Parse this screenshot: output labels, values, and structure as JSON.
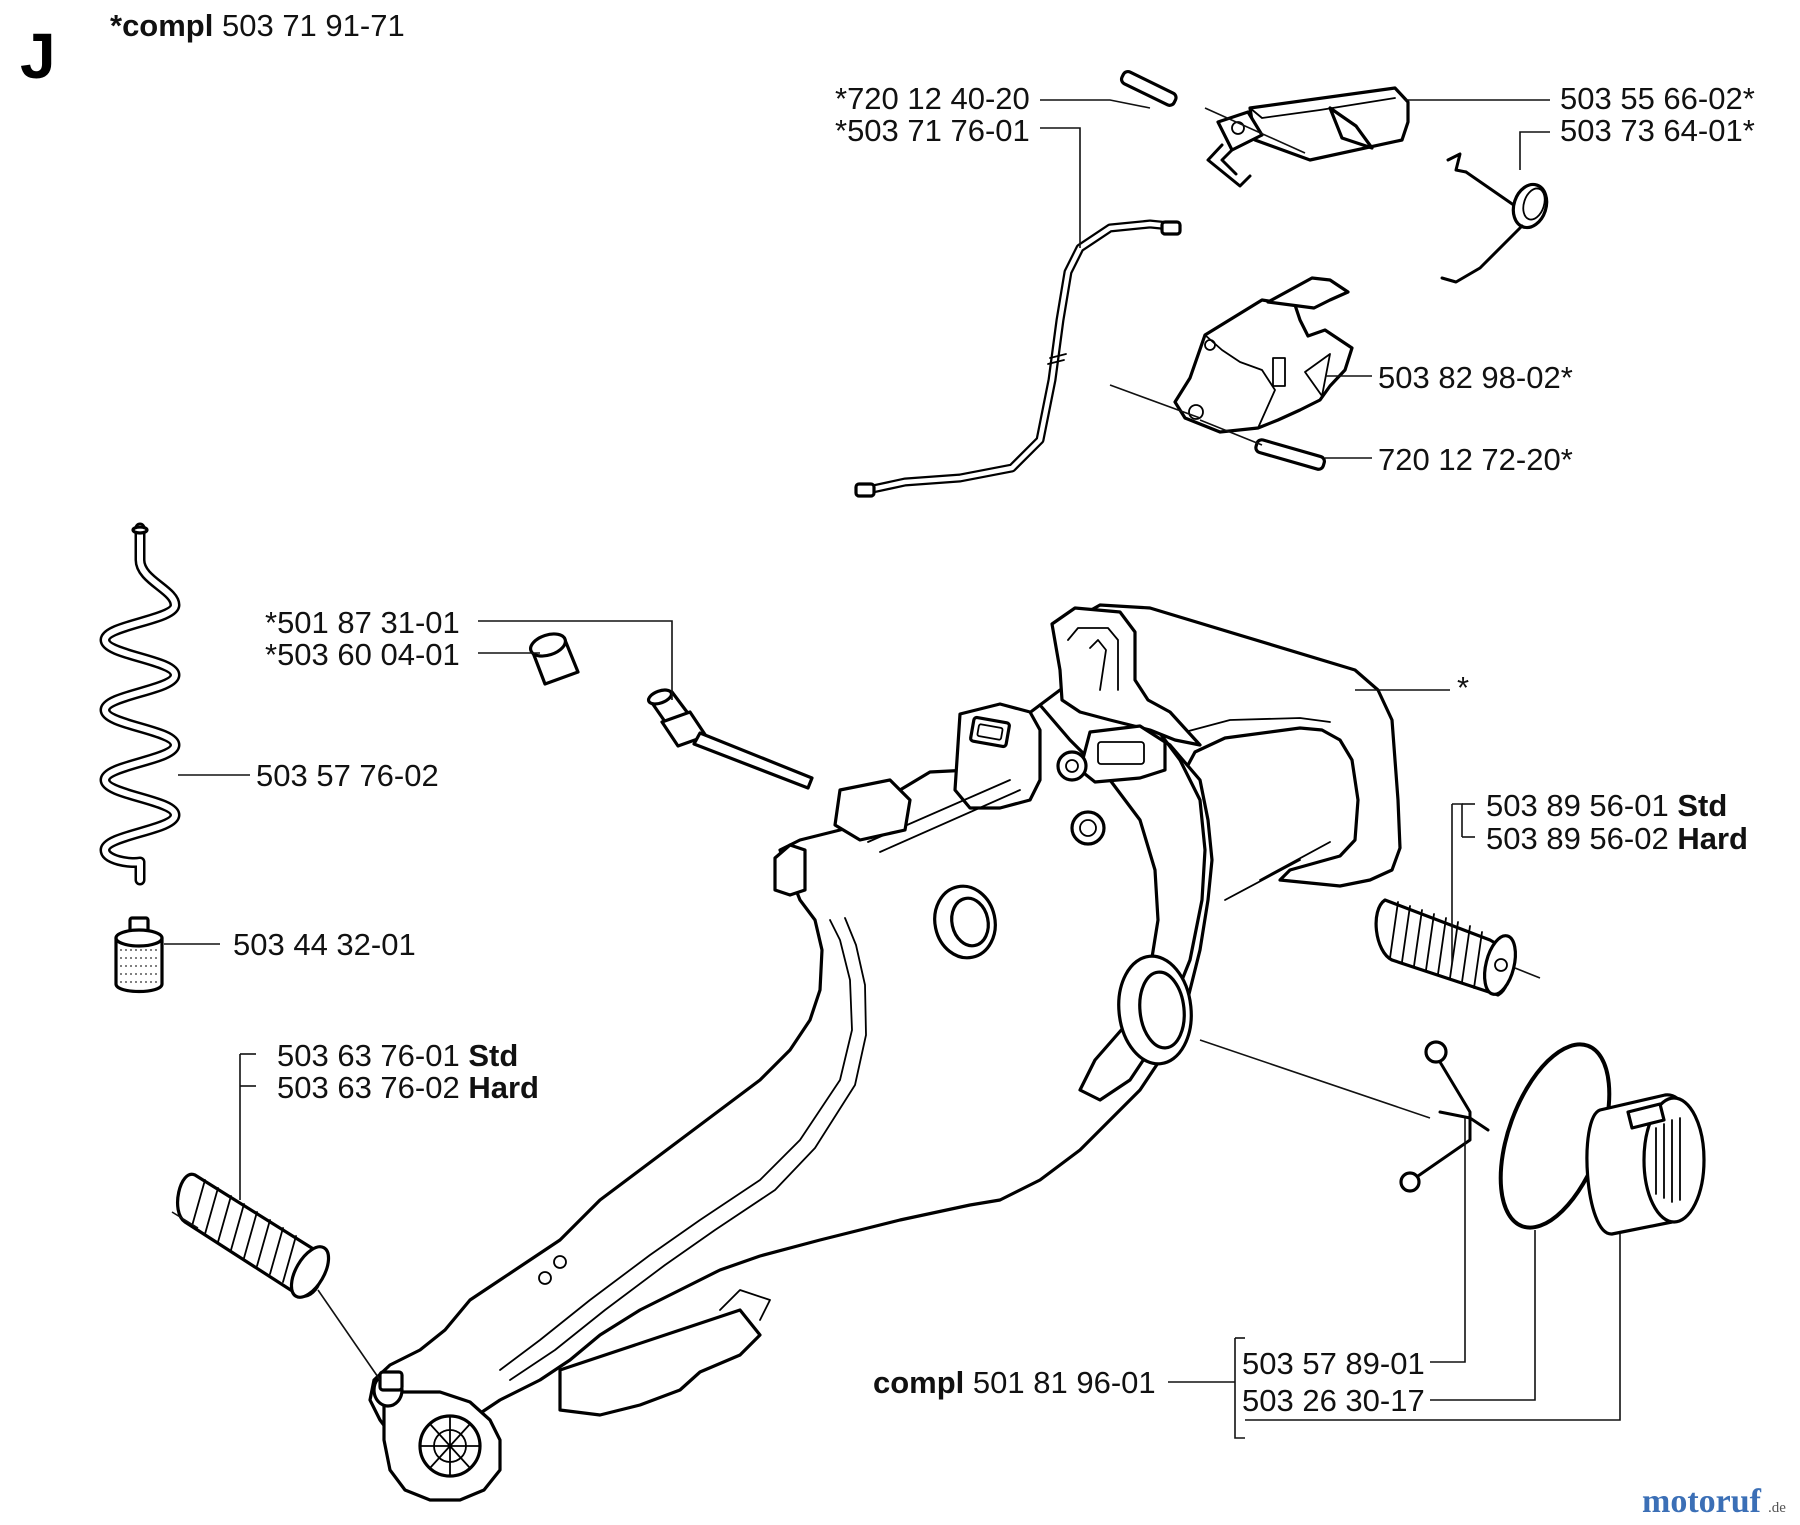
{
  "section": {
    "letter": "J",
    "compl_word": "*compl",
    "compl_number": "503 71 91-71"
  },
  "labels": {
    "p72012402": "*720 12 40-20",
    "p50371760": "*503 71 76-01",
    "p50355660": "503 55 66-02*",
    "p50373640": "503 73 64-01*",
    "p50382980": "503 82 98-02*",
    "p72012722": "720 12 72-20*",
    "p50187310": "*501 87 31-01",
    "p50360040": "*503 60 04-01",
    "p50357760": "503 57 76-02",
    "p50344320": "503 44 32-01",
    "star": "*",
    "p50389561": "503 89 56-01",
    "p50389561_suffix": "Std",
    "p50389562": "503 89 56-02",
    "p50389562_suffix": "Hard",
    "p50363761": "503 63 76-01",
    "p50363761_suffix": "Std",
    "p50363762": "503 63 76-02",
    "p50363762_suffix": "Hard",
    "compl2_word": "compl",
    "compl2_number": "501 81 96-01",
    "p50357890": "503 57 89-01",
    "p50326300": "503 26 30-17"
  },
  "watermark": {
    "brand": "motoruf",
    "tld": ".de",
    "brand_color_1": "#3b6fb6",
    "brand_color_2": "#d9534f"
  }
}
